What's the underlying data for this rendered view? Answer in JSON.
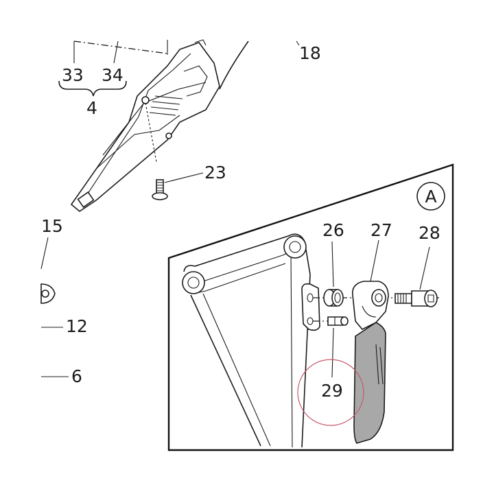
{
  "diagram": {
    "callouts": {
      "c33": "33",
      "c34": "34",
      "c4": "4",
      "c18": "18",
      "c23": "23",
      "c15": "15",
      "c12": "12",
      "c6": "6",
      "c26": "26",
      "c27": "27",
      "c28": "28",
      "c29": "29"
    },
    "detail_view": {
      "label": "A"
    },
    "colors": {
      "line": "#1a1a1a",
      "lever_fill": "#a8a8a8",
      "highlight_circle": "#c8586a"
    }
  }
}
